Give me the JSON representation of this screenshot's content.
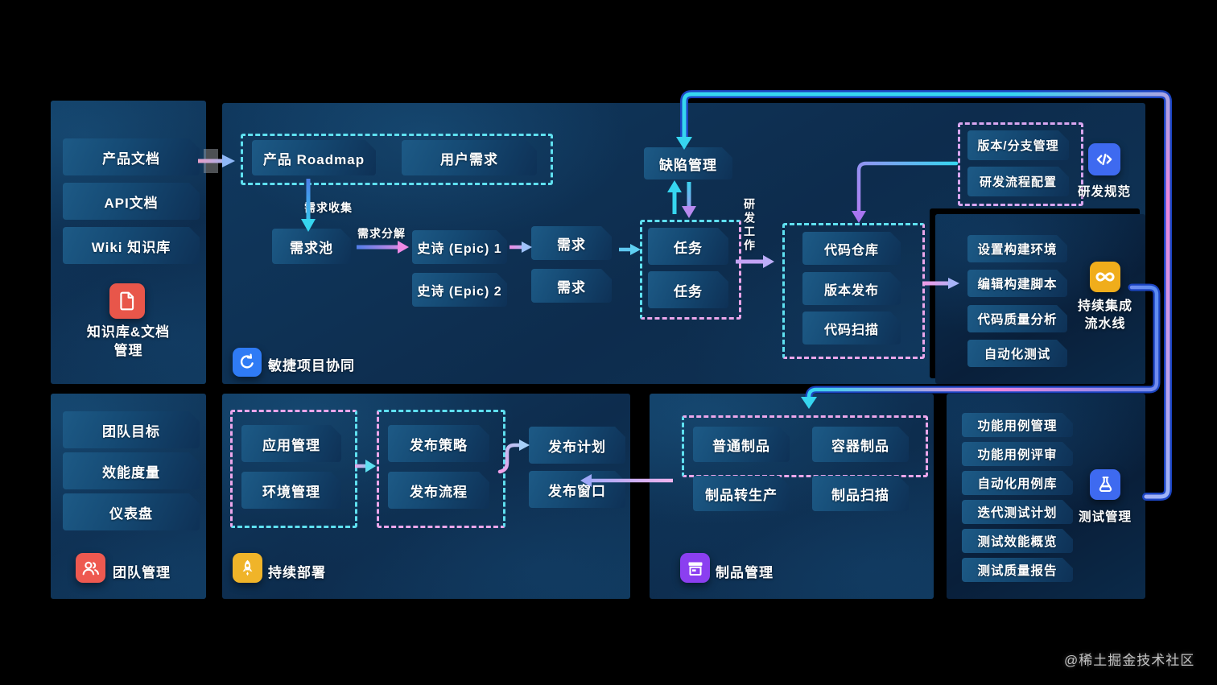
{
  "watermark": "@稀土掘金技术社区",
  "knowledge": {
    "icon": "document-icon",
    "items": [
      "产品文档",
      "API文档",
      "Wiki 知识库"
    ],
    "title_line1": "知识库&文档",
    "title_line2": "管理"
  },
  "agile": {
    "icon": "sync-icon",
    "title": "敏捷项目协同",
    "roadmap": "产品 Roadmap",
    "user_needs": "用户需求",
    "pool": "需求池",
    "epic1": "史诗 (Epic) 1",
    "epic2": "史诗 (Epic) 2",
    "req1": "需求",
    "req2": "需求",
    "task1": "任务",
    "task2": "任务",
    "defect": "缺陷管理",
    "label_collect": "需求收集",
    "label_split": "需求分解",
    "label_devwork": "研发工作"
  },
  "spec": {
    "icon": "code-icon",
    "title": "研发规范",
    "items": [
      "版本/分支管理",
      "研发流程配置"
    ]
  },
  "code": {
    "items": [
      "代码仓库",
      "版本发布",
      "代码扫描"
    ]
  },
  "ci": {
    "icon": "infinity-icon",
    "title_line1": "持续集成",
    "title_line2": "流水线",
    "items": [
      "设置构建环境",
      "编辑构建脚本",
      "代码质量分析",
      "自动化测试"
    ]
  },
  "team": {
    "icon": "people-icon",
    "title": "团队管理",
    "items": [
      "团队目标",
      "效能度量",
      "仪表盘"
    ]
  },
  "deploy": {
    "icon": "rocket-icon",
    "title": "持续部署",
    "app": "应用管理",
    "env": "环境管理",
    "strategy": "发布策略",
    "process": "发布流程",
    "plan": "发布计划",
    "window": "发布窗口"
  },
  "artifact": {
    "icon": "box-icon",
    "title": "制品管理",
    "normal": "普通制品",
    "container": "容器制品",
    "to_prod": "制品转生产",
    "scan": "制品扫描"
  },
  "test": {
    "icon": "flask-icon",
    "title": "测试管理",
    "items": [
      "功能用例管理",
      "功能用例评审",
      "自动化用例库",
      "迭代测试计划",
      "测试效能概览",
      "测试质量报告"
    ]
  },
  "colors": {
    "accent_cyan": "#36d6f0",
    "accent_pink": "#ee8ae4",
    "accent_periwinkle": "#9db4f8",
    "icon_red": "#e8564a",
    "icon_blue": "#2f7bf5",
    "icon_indigo": "#3e6af0",
    "icon_yellow": "#f0b429",
    "icon_purple": "#8b3ff0"
  }
}
